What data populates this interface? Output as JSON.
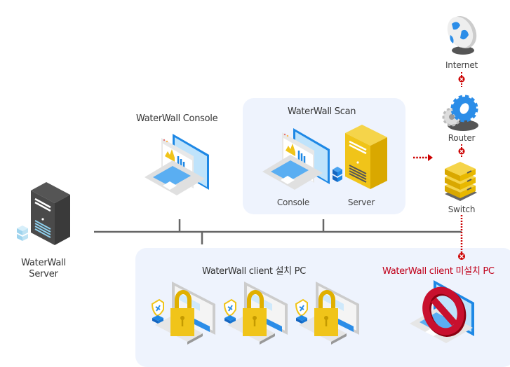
{
  "diagram": {
    "groups": {
      "scan": {
        "title": "WaterWall Scan",
        "console_label": "Console",
        "server_label": "Server"
      },
      "clients_installed": {
        "title": "WaterWall client 설치 PC",
        "count": 3
      },
      "clients_not_installed": {
        "title": "WaterWall client 미설치 PC"
      }
    },
    "nodes": {
      "server": {
        "label_line1": "WaterWall",
        "label_line2": "Server"
      },
      "console": {
        "label": "WaterWall Console"
      },
      "internet": {
        "label": "Internet"
      },
      "router": {
        "label": "Router"
      },
      "switch": {
        "label": "Switch"
      }
    },
    "colors": {
      "panel_bg": "#eef3fd",
      "line": "#666666",
      "blocked_red": "#cc0000",
      "accent_blue": "#2b8de8",
      "accent_yellow": "#f0c419",
      "not_installed_text": "#c0001a"
    }
  }
}
